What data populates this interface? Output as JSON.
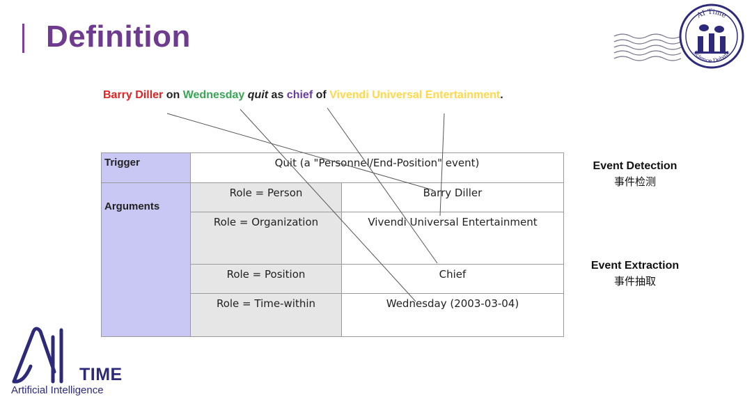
{
  "title": "Definition",
  "sentence": {
    "parts": [
      {
        "text": "Barry Diller",
        "color": "#e02424"
      },
      {
        "text": " on "
      },
      {
        "text": "Wednesday",
        "color": "#3aa557"
      },
      {
        "text": " "
      },
      {
        "text": "quit",
        "style": "italic"
      },
      {
        "text": " as "
      },
      {
        "text": "chief",
        "color": "#6a3aa0"
      },
      {
        "text": " of "
      },
      {
        "text": "Vivendi Universal Entertainment",
        "color": "#ffd84a"
      },
      {
        "text": "."
      }
    ]
  },
  "table": {
    "trigger_label": "Trigger",
    "trigger_value": "Quit (a \"Personnel/End-Position\" event)",
    "arguments_label": "Arguments",
    "rows": [
      {
        "role": "Role = Person",
        "value": "Barry Diller"
      },
      {
        "role": "Role = Organization",
        "value": "Vivendi Universal Entertainment"
      },
      {
        "role": "Role = Position",
        "value": "Chief"
      },
      {
        "role": "Role = Time-within",
        "value": "Wednesday (2003-03-04)"
      }
    ]
  },
  "side_labels": {
    "detection_en": "Event Detection",
    "detection_zh": "事件检测",
    "extraction_en": "Event Extraction",
    "extraction_zh": "事件抽取"
  },
  "logo": {
    "brand": "TIME",
    "subtitle": "Artificial Intelligence",
    "seal_top": "AI Time",
    "seal_bottom": "Science Debate",
    "brand_color": "#2d2a79"
  },
  "colors": {
    "title": "#6e3b8e",
    "header_bg": "#c9c8f4",
    "role_bg": "#e6e6e6"
  }
}
